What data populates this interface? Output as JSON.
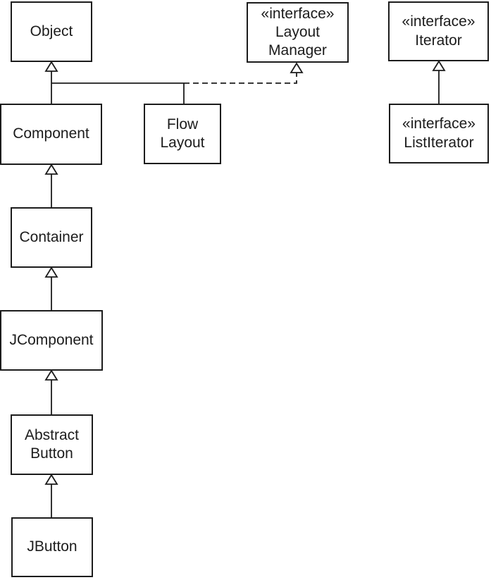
{
  "diagram_type": "uml-class-diagram",
  "colors": {
    "background": "#ffffff",
    "line": "#1c1c1c",
    "text": "#1c1c1c"
  },
  "boxes": [
    {
      "id": "object",
      "kind": "class",
      "lines": [
        "Object"
      ]
    },
    {
      "id": "layout-manager",
      "kind": "interface",
      "lines": [
        "«interface»",
        "Layout",
        "Manager"
      ]
    },
    {
      "id": "iterator",
      "kind": "interface",
      "lines": [
        "«interface»",
        "Iterator"
      ]
    },
    {
      "id": "component",
      "kind": "class",
      "lines": [
        "Component"
      ]
    },
    {
      "id": "flow-layout",
      "kind": "class",
      "lines": [
        "Flow",
        "Layout"
      ]
    },
    {
      "id": "list-iterator",
      "kind": "interface",
      "lines": [
        "«interface»",
        "ListIterator"
      ]
    },
    {
      "id": "container",
      "kind": "class",
      "lines": [
        "Container"
      ]
    },
    {
      "id": "jcomponent",
      "kind": "class",
      "lines": [
        "JComponent"
      ]
    },
    {
      "id": "abstract-button",
      "kind": "class",
      "lines": [
        "Abstract",
        "Button"
      ]
    },
    {
      "id": "jbutton",
      "kind": "class",
      "lines": [
        "JButton"
      ]
    }
  ],
  "edges": [
    {
      "from": "Component",
      "to": "Object",
      "relation": "generalization",
      "line": "solid"
    },
    {
      "from": "FlowLayout",
      "to": "Object",
      "relation": "generalization",
      "line": "solid"
    },
    {
      "from": "FlowLayout",
      "to": "LayoutManager",
      "relation": "realization",
      "line": "dashed"
    },
    {
      "from": "ListIterator",
      "to": "Iterator",
      "relation": "generalization",
      "line": "solid"
    },
    {
      "from": "Container",
      "to": "Component",
      "relation": "generalization",
      "line": "solid"
    },
    {
      "from": "JComponent",
      "to": "Container",
      "relation": "generalization",
      "line": "solid"
    },
    {
      "from": "AbstractButton",
      "to": "JComponent",
      "relation": "generalization",
      "line": "solid"
    },
    {
      "from": "JButton",
      "to": "AbstractButton",
      "relation": "generalization",
      "line": "solid"
    }
  ]
}
